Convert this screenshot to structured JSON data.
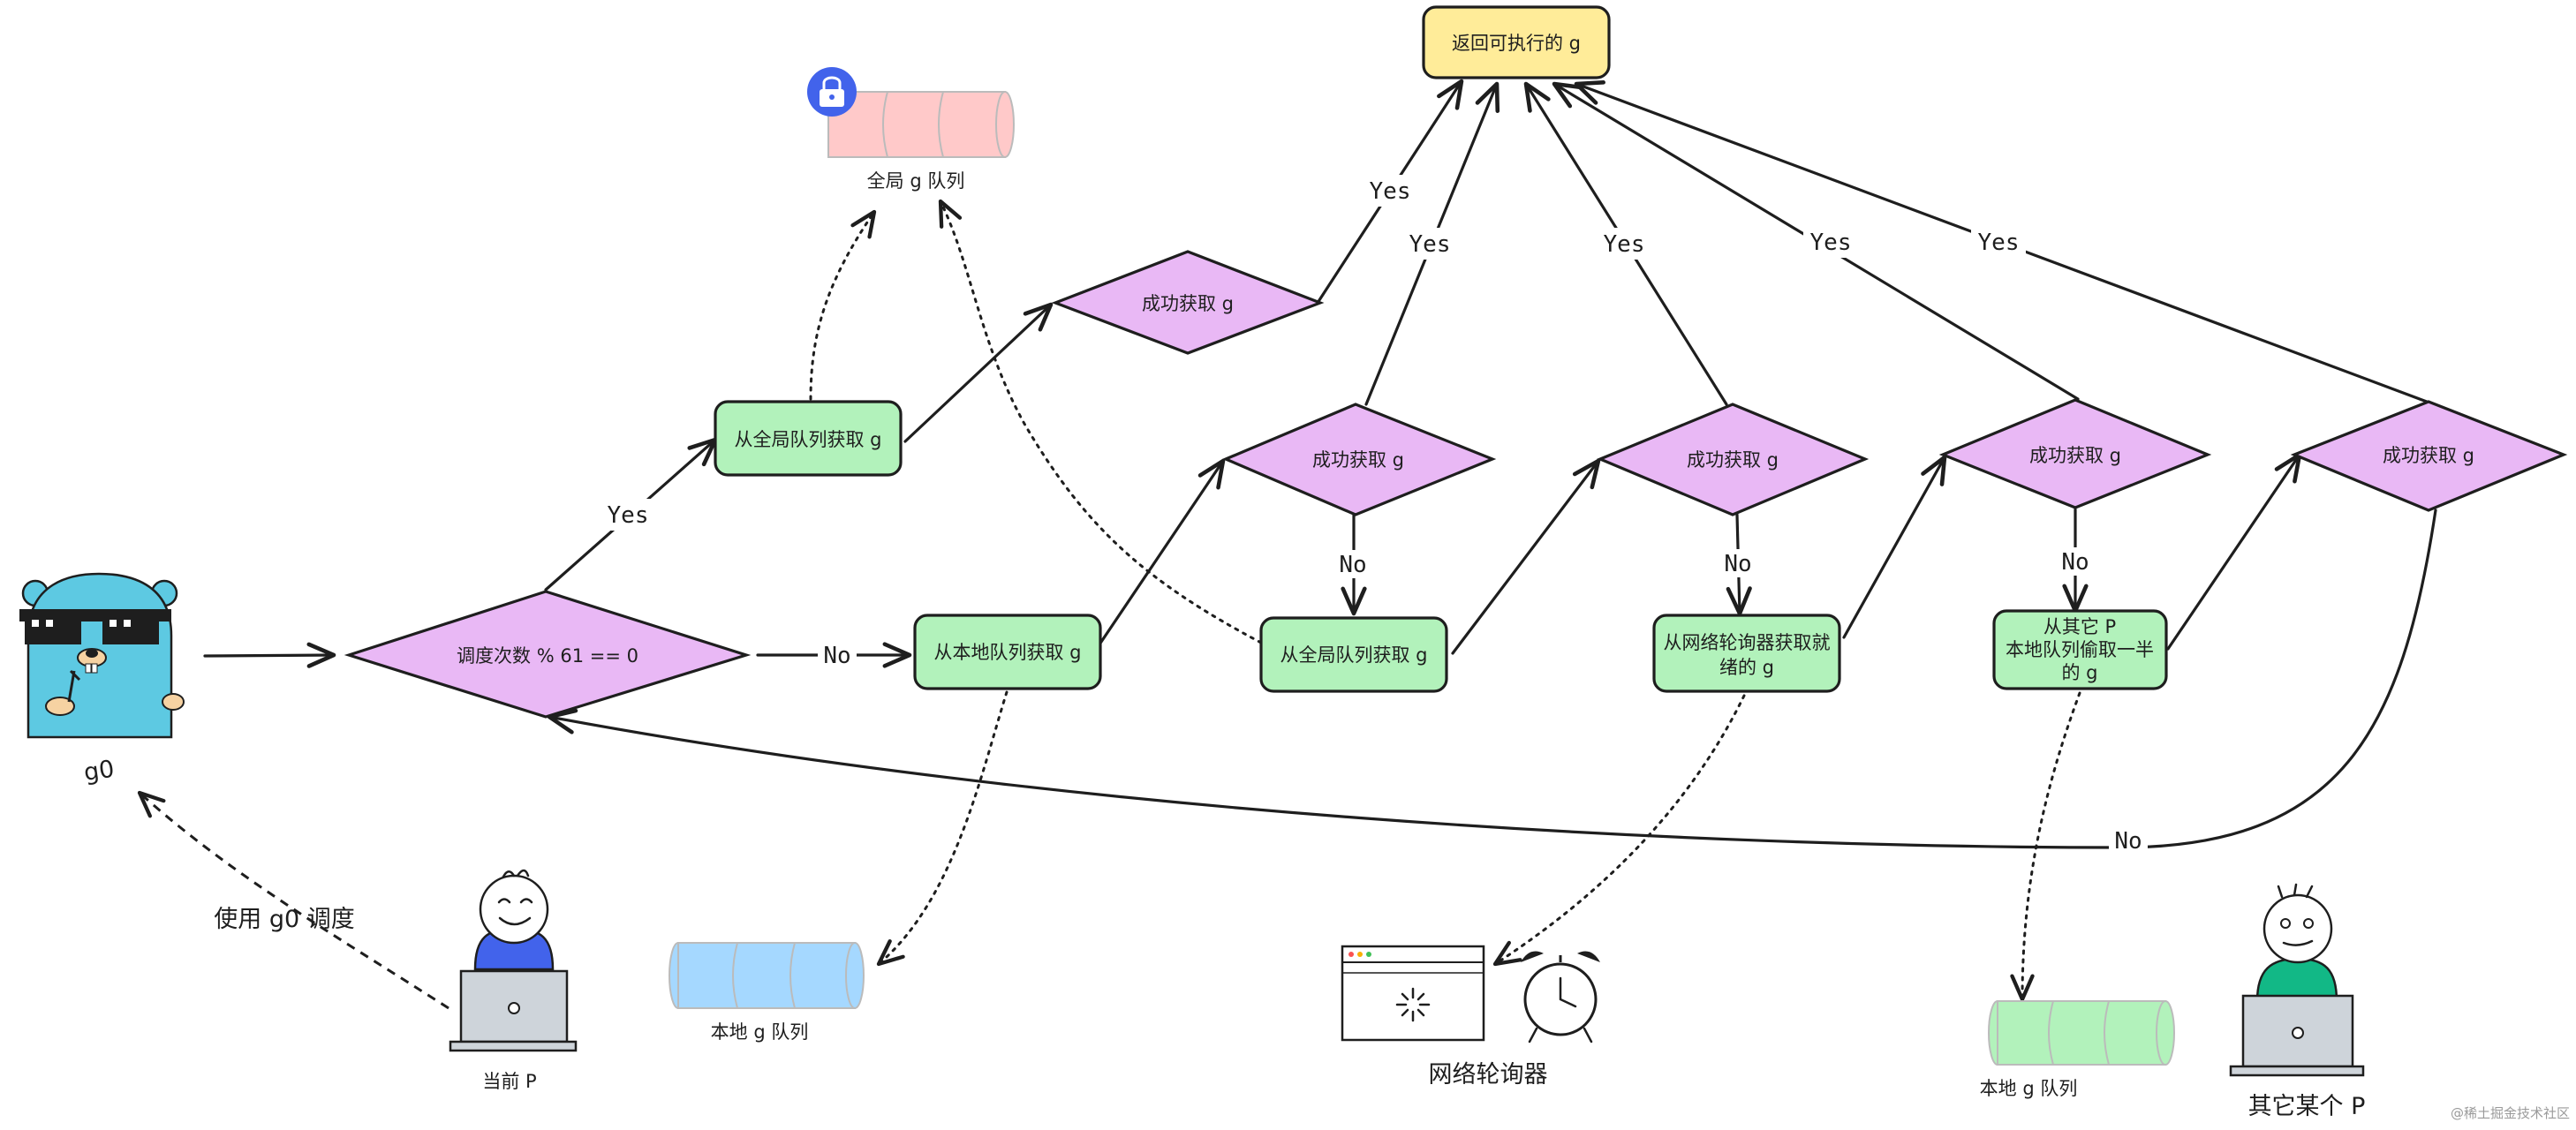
{
  "nodes": {
    "sched_check": "调度次数 % 61 == 0",
    "global_q_1": "从全局队列获取 g",
    "success_1": "成功获取 g",
    "local_q": "从本地队列获取 g",
    "success_2": "成功获取 g",
    "global_q_2": "从全局队列获取 g",
    "success_3": "成功获取 g",
    "netpoll_line1": "从网络轮询器获取就",
    "netpoll_line2": "绪的 g",
    "success_4": "成功获取 g",
    "steal_line1": "从其它 P",
    "steal_line2": "本地队列偷取一半",
    "steal_line3": "的 g",
    "success_5": "成功获取 g",
    "return_g": "返回可执行的 g"
  },
  "edge_labels": {
    "yes": "Yes",
    "no": "No"
  },
  "captions": {
    "g0": "g0",
    "use_g0": "使用 g0 调度",
    "current_p": "当前 P",
    "global_queue": "全局 g 队列",
    "local_queue": "本地 g 队列",
    "netpoller": "网络轮询器",
    "other_local_queue": "本地 g 队列",
    "other_p": "其它某个 P"
  },
  "watermark": "@稀土掘金技术社区",
  "colors": {
    "process": "#b2f2bb",
    "decision": "#e9b8f5",
    "result": "#ffec99",
    "global_queue": "#ffc9c9",
    "local_queue": "#a5d8ff",
    "other_queue": "#b2f2bb",
    "lock_badge": "#4263eb",
    "gopher": "#5dc9e2"
  },
  "icons": [
    "gopher-icon",
    "lock-icon",
    "person-icon",
    "laptop-icon",
    "browser-window-icon",
    "alarm-clock-icon",
    "queue-icon"
  ]
}
